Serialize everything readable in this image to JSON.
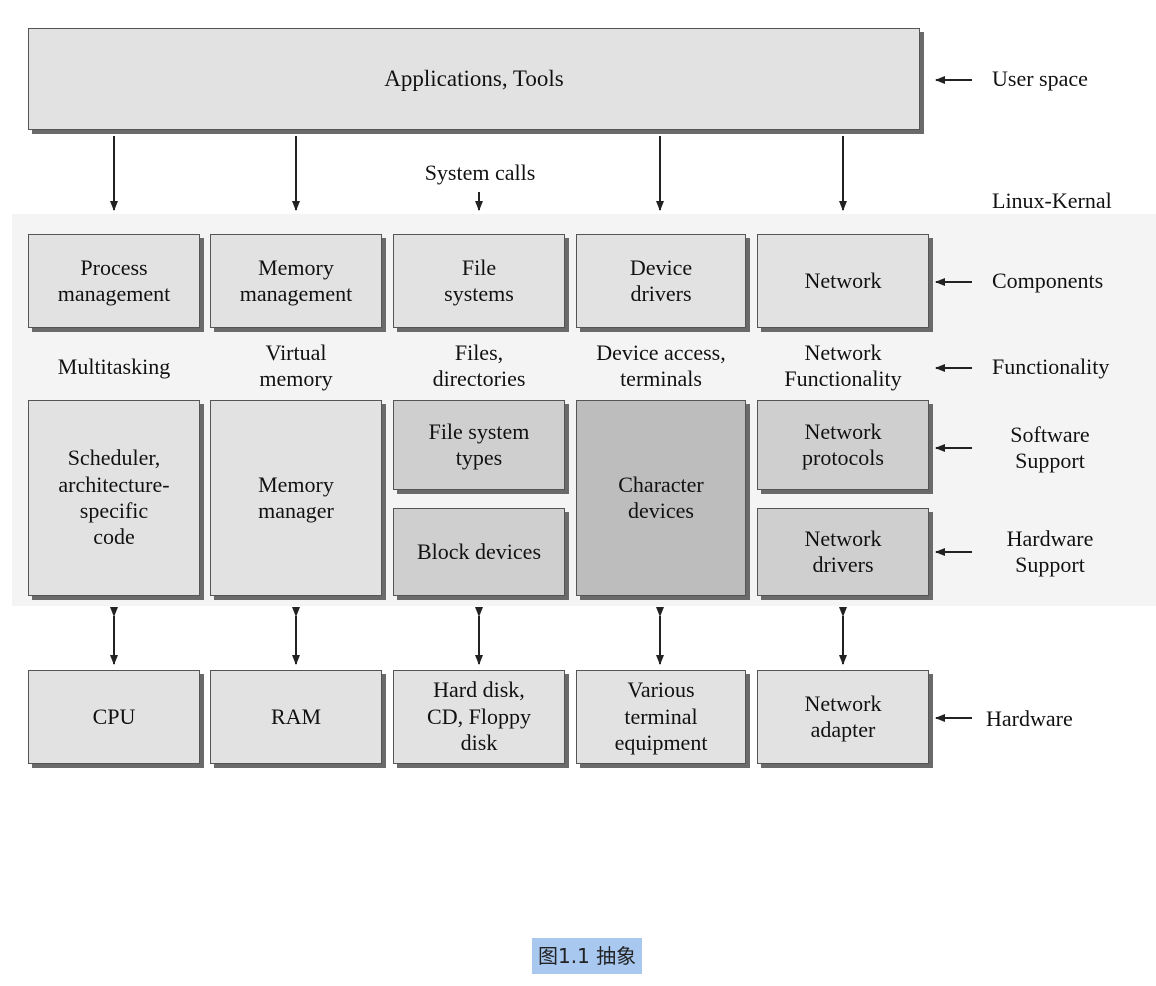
{
  "top_box": {
    "label": "Applications, Tools"
  },
  "system_calls": "System calls",
  "right_labels": {
    "user_space": "User space",
    "linux_kernal": "Linux-Kernal",
    "components": "Components",
    "functionality": "Functionality",
    "software_support": "Software\nSupport",
    "hardware_support": "Hardware\nSupport",
    "hardware": "Hardware"
  },
  "components": [
    "Process\nmanagement",
    "Memory\nmanagement",
    "File\nsystems",
    "Device\ndrivers",
    "Network"
  ],
  "functionality": [
    "Multitasking",
    "Virtual\nmemory",
    "Files,\ndirectories",
    "Device access,\nterminals",
    "Network\nFunctionality"
  ],
  "support": {
    "scheduler": "Scheduler,\narchitecture-\nspecific\ncode",
    "memory_manager": "Memory\nmanager",
    "fs_types": "File system\ntypes",
    "block_devices": "Block devices",
    "character_devices": "Character\ndevices",
    "network_protocols": "Network\nprotocols",
    "network_drivers": "Network\ndrivers"
  },
  "hardware": [
    "CPU",
    "RAM",
    "Hard disk,\nCD, Floppy\ndisk",
    "Various\nterminal\nequipment",
    "Network\nadapter"
  ],
  "caption": "图1.1 抽象"
}
